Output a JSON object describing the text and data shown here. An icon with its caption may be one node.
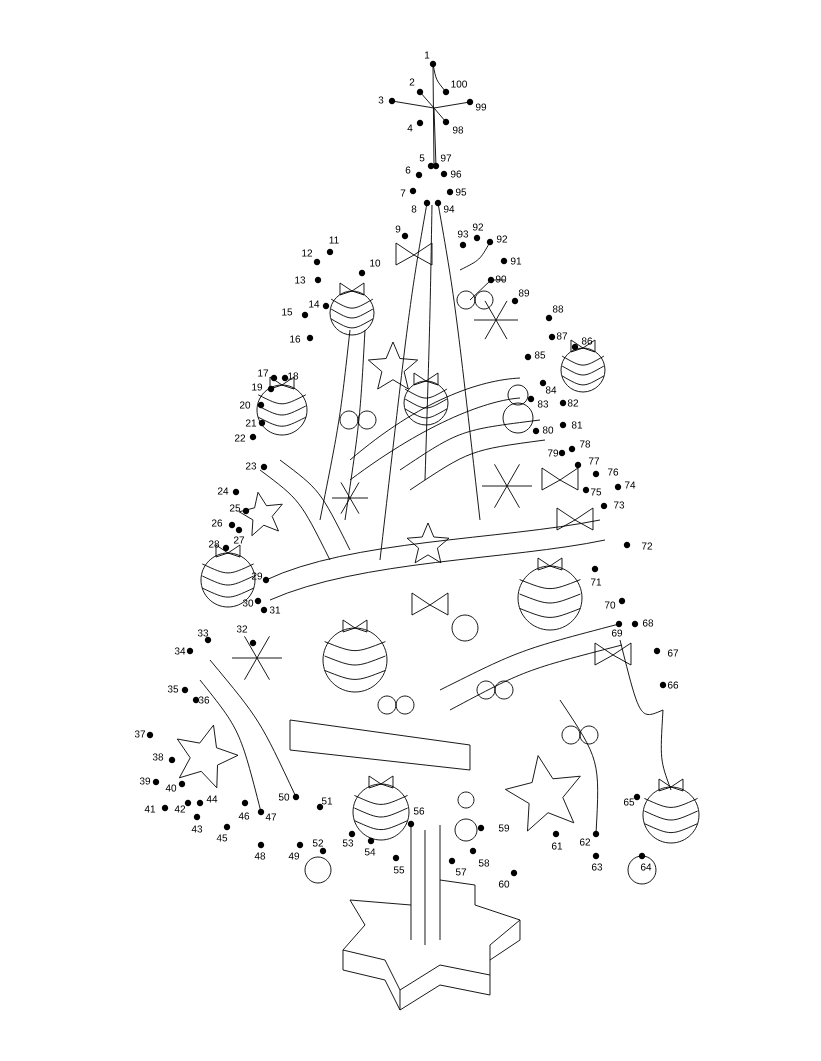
{
  "diagram": {
    "labels": [
      "1",
      "2",
      "3",
      "4",
      "5",
      "6",
      "7",
      "8",
      "9",
      "10",
      "11",
      "12",
      "13",
      "14",
      "15",
      "16",
      "17",
      "18",
      "19",
      "20",
      "21",
      "22",
      "23",
      "24",
      "25",
      "26",
      "27",
      "28",
      "29",
      "30",
      "31",
      "32",
      "33",
      "34",
      "35",
      "36",
      "37",
      "38",
      "39",
      "40",
      "41",
      "42",
      "43",
      "44",
      "45",
      "46",
      "47",
      "48",
      "49",
      "50",
      "51",
      "52",
      "53",
      "54",
      "55",
      "56",
      "57",
      "58",
      "59",
      "60",
      "61",
      "62",
      "63",
      "64",
      "65",
      "66",
      "67",
      "68",
      "69",
      "70",
      "71",
      "72",
      "73",
      "74",
      "75",
      "76",
      "77",
      "78",
      "79",
      "80",
      "81",
      "83",
      "82",
      "84",
      "85",
      "86",
      "87",
      "88",
      "89",
      "90",
      "91",
      "92",
      "92",
      "93",
      "94",
      "95",
      "96",
      "97",
      "98",
      "99",
      "100"
    ]
  }
}
